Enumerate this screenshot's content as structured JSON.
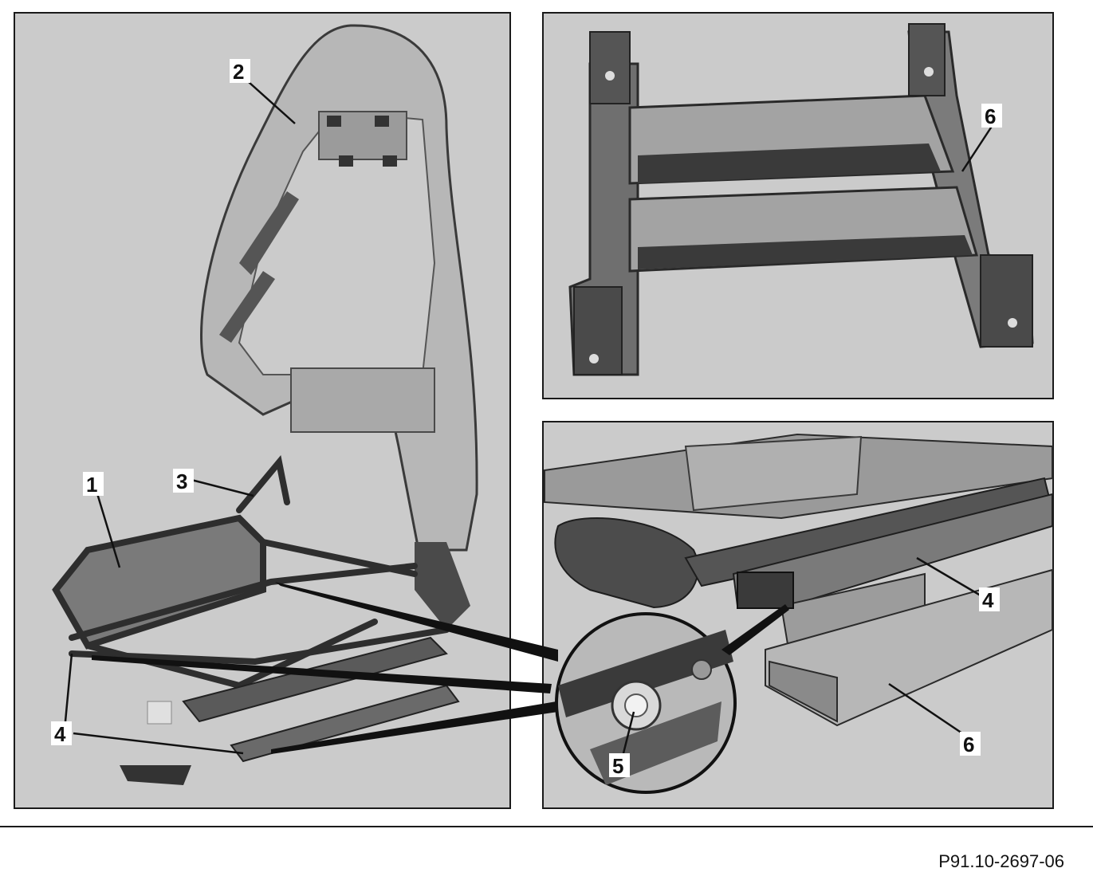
{
  "labels": {
    "l1": "1",
    "l2": "2",
    "l3": "3",
    "l4a": "4",
    "l4b": "4",
    "l5": "5",
    "l6a": "6",
    "l6b": "6"
  },
  "reference": "P91.10-2697-06",
  "colors": {
    "panel_bg": "#cbcbcb",
    "frame": "#4a4a4a",
    "metal": "#8f8f8f",
    "line": "#111111"
  }
}
